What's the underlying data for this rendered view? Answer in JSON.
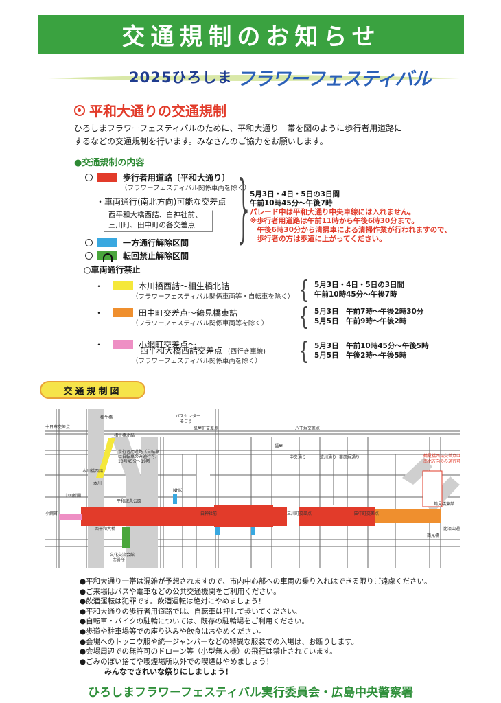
{
  "banner": {
    "title": "交通規制のお知らせ"
  },
  "festival": {
    "year": "2025ひろしま",
    "name": "フラワーフェスティバル"
  },
  "section": {
    "title": "平和大通りの交通規制"
  },
  "intro": {
    "line1": "ひろしまフラワーフェスティバルのために、平和大通り一帯を図のように歩行者用道路に",
    "line2": "するなどの交通規制を行います。みなさんのご協力をお願いします。"
  },
  "contents": {
    "heading": "●交通規制の内容",
    "pedestrian": {
      "label": "歩行者用道路〔平和大通り〕",
      "note": "（フラワーフェスティバル関係車両を除く）"
    },
    "through_traffic": "・車両通行(南北方向)可能な交差点",
    "intersections": [
      "西平和大橋西詰、白神社前、",
      "三川町、田中町の各交差点"
    ],
    "one_way": "一方通行解除区間",
    "uturn": "転回禁止解除区間",
    "no_vehicle": "○車両通行禁止",
    "schedule_main": [
      "5月3日・4日・5日の3日間",
      "午前10時45分～午後7時",
      "パレード中は平和大通り中央車線には入れません。",
      "※歩行者用道路は午前11時から午後6時30分まで。",
      "　午後6時30分から清掃車による清掃作業が行われますので、",
      "　歩行者の方は歩道に上がってください。"
    ],
    "closures": [
      {
        "route": "本川橋西詰～相生橋北詰",
        "note": "（フラワーフェスティバル関係車両等・自転車を除く）",
        "color": "#f5e83a",
        "schedule": [
          "5月3日・4日・5日の3日間",
          "午前10時45分～午後7時"
        ]
      },
      {
        "route": "田中町交差点～鶴見橋東詰",
        "note": "（フラワーフェスティバル関係車両等を除く）",
        "color": "#ef8f2e",
        "schedule": [
          "5月3日　午前7時～午後2時30分",
          "5月5日　午前9時～午後2時"
        ]
      },
      {
        "route": "小網町交差点～",
        "route2": "西平和大橋西詰交差点",
        "direction": "(西行き車線)",
        "note": "（フラワーフェスティバル関係車両を除く）",
        "color": "#ee8fc4",
        "schedule": [
          "5月3日　午前10時45分～午後5時",
          "5月5日　午後2時～午後5時"
        ]
      }
    ]
  },
  "map": {
    "label": "交通規制図",
    "labels": {
      "busCenter": "バスセンター",
      "sogo": "そごう",
      "kamiyacho": "紙屋町交差点",
      "hatchobori": "八丁堀交差点",
      "jujiya": "十日市交差点",
      "aioiBashi": "相生橋",
      "aioiKita": "相生橋北詰",
      "honkawa": "本川",
      "honkawaNishi": "本川橋西詰",
      "chugoku": "中国新聞",
      "heiwaKoen": "平和記念公園",
      "nhk": "NHK",
      "fukuya": "福屋",
      "chuo": "中央通り",
      "nagarekawa": "流川通り",
      "yagenbori": "薬研堀通り",
      "hakushima": "白神社前",
      "mikawa": "三川町交差点",
      "tanaka": "田中町交差点",
      "tsurumi": "鶴見橋",
      "tsurumiHigashi": "鶴見橋東詰",
      "hijiyama": "比治山通り",
      "koami": "小網町",
      "nishiHeiwa": "西平和大橋",
      "noticeLine1": "鶴見橋西詰交差点は",
      "noticeLine2": "南北方向のみ通行可",
      "bunka": "文化交流会館",
      "shiyakusho": "市役所",
      "leftNote1": "歩行者用道路（自転車",
      "leftNote2": "は自転車のみ通行可）",
      "leftNote3": "10時45分～19時"
    }
  },
  "notes": [
    "●平和大通り一帯は混雑が予想されますので、市内中心部への車両の乗り入れはできる限りご遠慮ください。",
    "●ご来場はバスや電車などの公共交通機関をご利用ください。",
    "●飲酒運転は犯罪です。飲酒運転は絶対にやめましょう！",
    "●平和大通りの歩行者用道路では、自転車は押して歩いてください。",
    "●自転車・バイクの駐輪については、既存の駐輪場をご利用ください。",
    "●歩道や駐車場等での座り込みや飲食はおやめください。",
    "●会場へのトッコウ服や統一ジャンパーなどの特異な服装での入場は、お断りします。",
    "●会場周辺での無許可のドローン等（小型無人機）の飛行は禁止されています。",
    "●ごみのぽい捨てや喫煙場所以外での喫煙はやめましょう！"
  ],
  "closing": "みんなできれいな祭りにしましょう！",
  "footer": "ひろしまフラワーフェスティバル実行委員会・広島中央警察署",
  "colors": {
    "green": "#3aa240",
    "red": "#e23b2a",
    "blue": "#39a8e0",
    "yellow": "#f5e83a",
    "orange": "#ef8f2e",
    "pink": "#ee8fc4"
  }
}
